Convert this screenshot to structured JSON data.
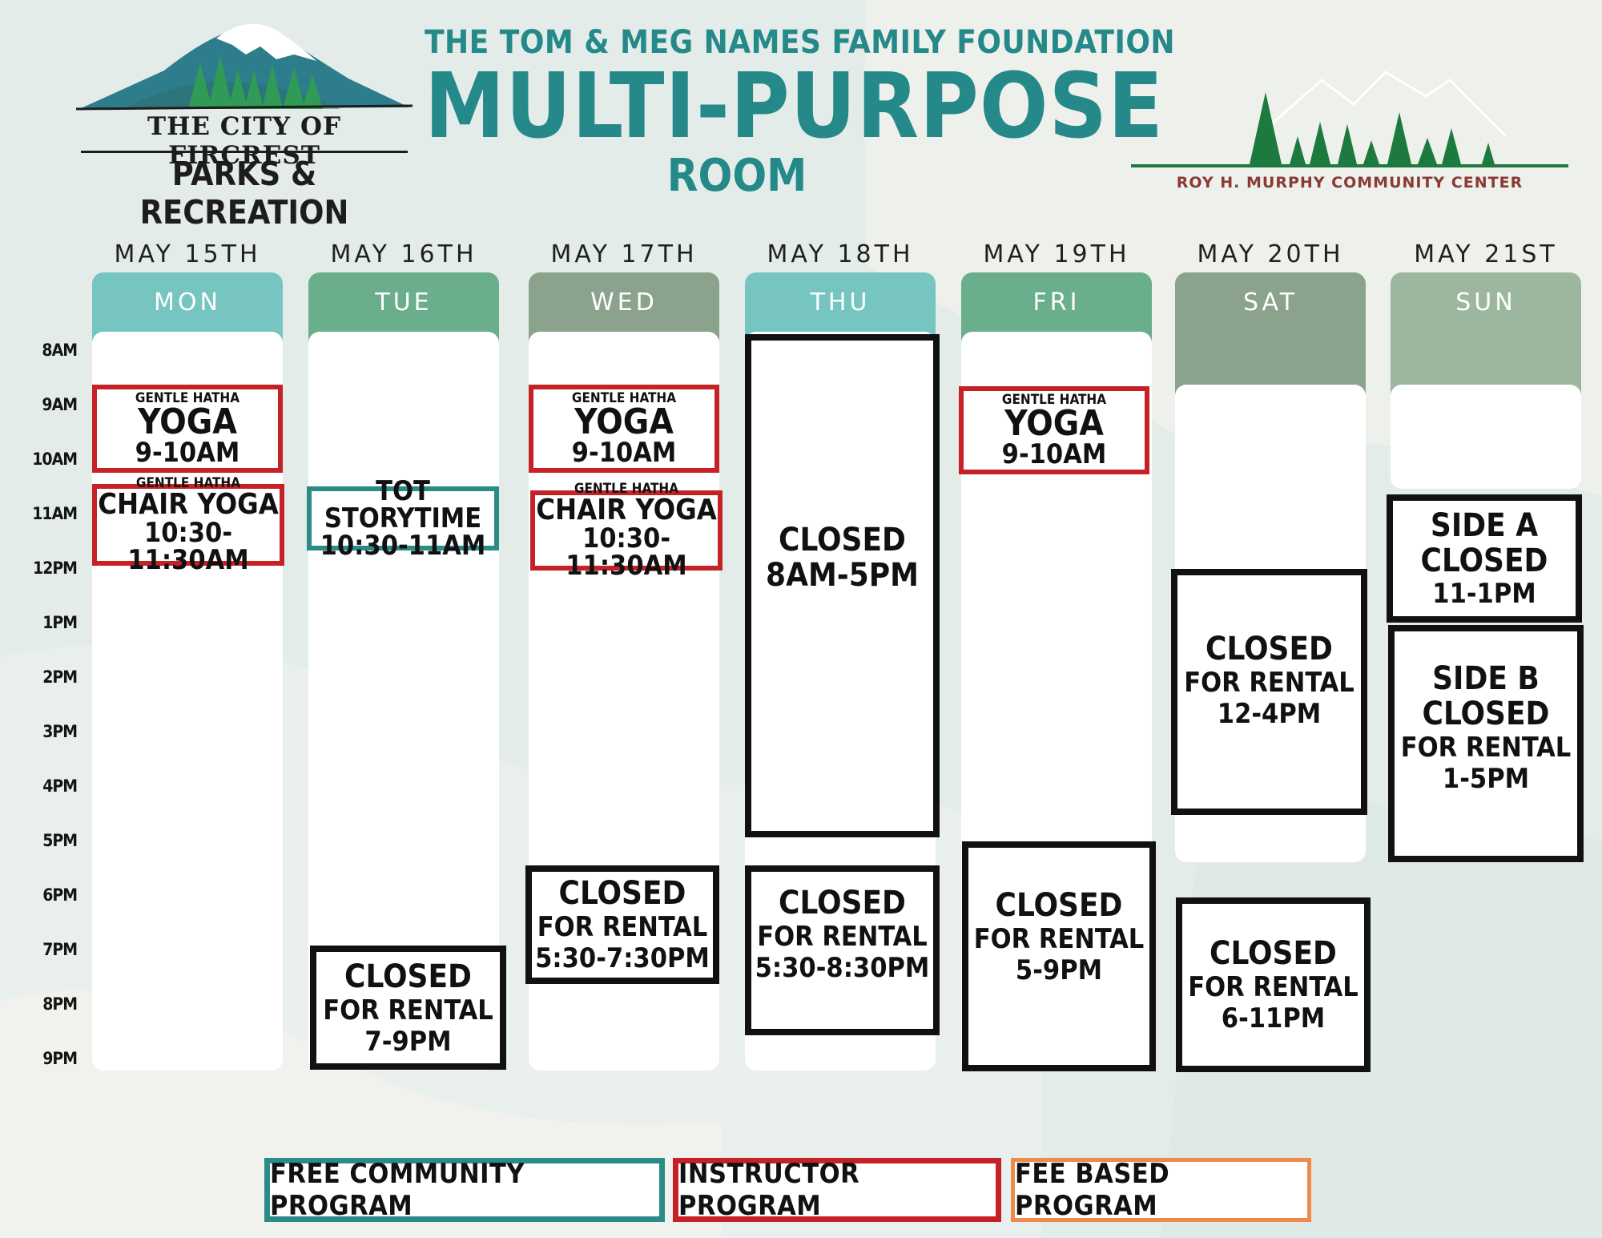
{
  "header": {
    "foundation": "THE TOM & MEG NAMES FAMILY FOUNDATION",
    "title": "MULTI-PURPOSE",
    "subtitle": "ROOM",
    "city_line": "THE CITY OF FIRCREST",
    "parks_line": "PARKS & RECREATION",
    "community_center": "ROY H. MURPHY COMMUNITY CENTER"
  },
  "times": [
    "8AM",
    "9AM",
    "10AM",
    "11AM",
    "12PM",
    "1PM",
    "2PM",
    "3PM",
    "4PM",
    "5PM",
    "6PM",
    "7PM",
    "8PM",
    "9PM"
  ],
  "days": [
    {
      "date": "MAY 15TH",
      "day": "MON",
      "tab_color": "#76c5c1"
    },
    {
      "date": "MAY 16TH",
      "day": "TUE",
      "tab_color": "#6aae8c"
    },
    {
      "date": "MAY 17TH",
      "day": "WED",
      "tab_color": "#8ba28d"
    },
    {
      "date": "MAY 18TH",
      "day": "THU",
      "tab_color": "#76c5c1"
    },
    {
      "date": "MAY 19TH",
      "day": "FRI",
      "tab_color": "#6aae8c"
    },
    {
      "date": "MAY 20TH",
      "day": "SAT",
      "tab_color": "#8ba28d"
    },
    {
      "date": "MAY 21ST",
      "day": "SUN",
      "tab_color": "#9cb79d"
    }
  ],
  "events": {
    "mon_yoga": {
      "top": "GENTLE HATHA",
      "name": "YOGA",
      "time": "9-10AM"
    },
    "mon_chair": {
      "top": "GENTLE HATHA",
      "name": "CHAIR YOGA",
      "time": "10:30-11:30AM"
    },
    "tue_story": {
      "name": "TOT STORYTIME",
      "time": "10:30-11AM"
    },
    "tue_rental": {
      "l1": "CLOSED",
      "l2": "FOR RENTAL",
      "l3": "7-9PM"
    },
    "wed_yoga": {
      "top": "GENTLE HATHA",
      "name": "YOGA",
      "time": "9-10AM"
    },
    "wed_chair": {
      "top": "GENTLE HATHA",
      "name": "CHAIR YOGA",
      "time": "10:30-11:30AM"
    },
    "wed_rental": {
      "l1": "CLOSED",
      "l2": "FOR RENTAL",
      "l3": "5:30-7:30PM"
    },
    "thu_closed": {
      "l1": "CLOSED",
      "l2": "8AM-5PM"
    },
    "thu_rental": {
      "l1": "CLOSED",
      "l2": "FOR RENTAL",
      "l3": "5:30-8:30PM"
    },
    "fri_yoga": {
      "top": "GENTLE HATHA",
      "name": "YOGA",
      "time": "9-10AM"
    },
    "fri_rental": {
      "l1": "CLOSED",
      "l2": "FOR RENTAL",
      "l3": "5-9PM"
    },
    "sat_rental1": {
      "l1": "CLOSED",
      "l2": "FOR RENTAL",
      "l3": "12-4PM"
    },
    "sat_rental2": {
      "l1": "CLOSED",
      "l2": "FOR RENTAL",
      "l3": "6-11PM"
    },
    "sun_sidea": {
      "l1": "SIDE A",
      "l2": "CLOSED",
      "l3": "11-1PM"
    },
    "sun_sideb": {
      "l1": "SIDE B",
      "l2": "CLOSED",
      "l3": "FOR RENTAL",
      "l4": "1-5PM"
    }
  },
  "legend": [
    {
      "label": "FREE COMMUNITY PROGRAM",
      "color": "#2a8c85"
    },
    {
      "label": "INSTRUCTOR PROGRAM",
      "color": "#c62127"
    },
    {
      "label": "FEE BASED PROGRAM",
      "color": "#f08a4b"
    }
  ],
  "colors": {
    "background": "#e3ece9",
    "title_teal": "#25898a",
    "instructor_red": "#c62127",
    "free_teal": "#2a8c85",
    "fee_orange": "#f08a4b"
  }
}
